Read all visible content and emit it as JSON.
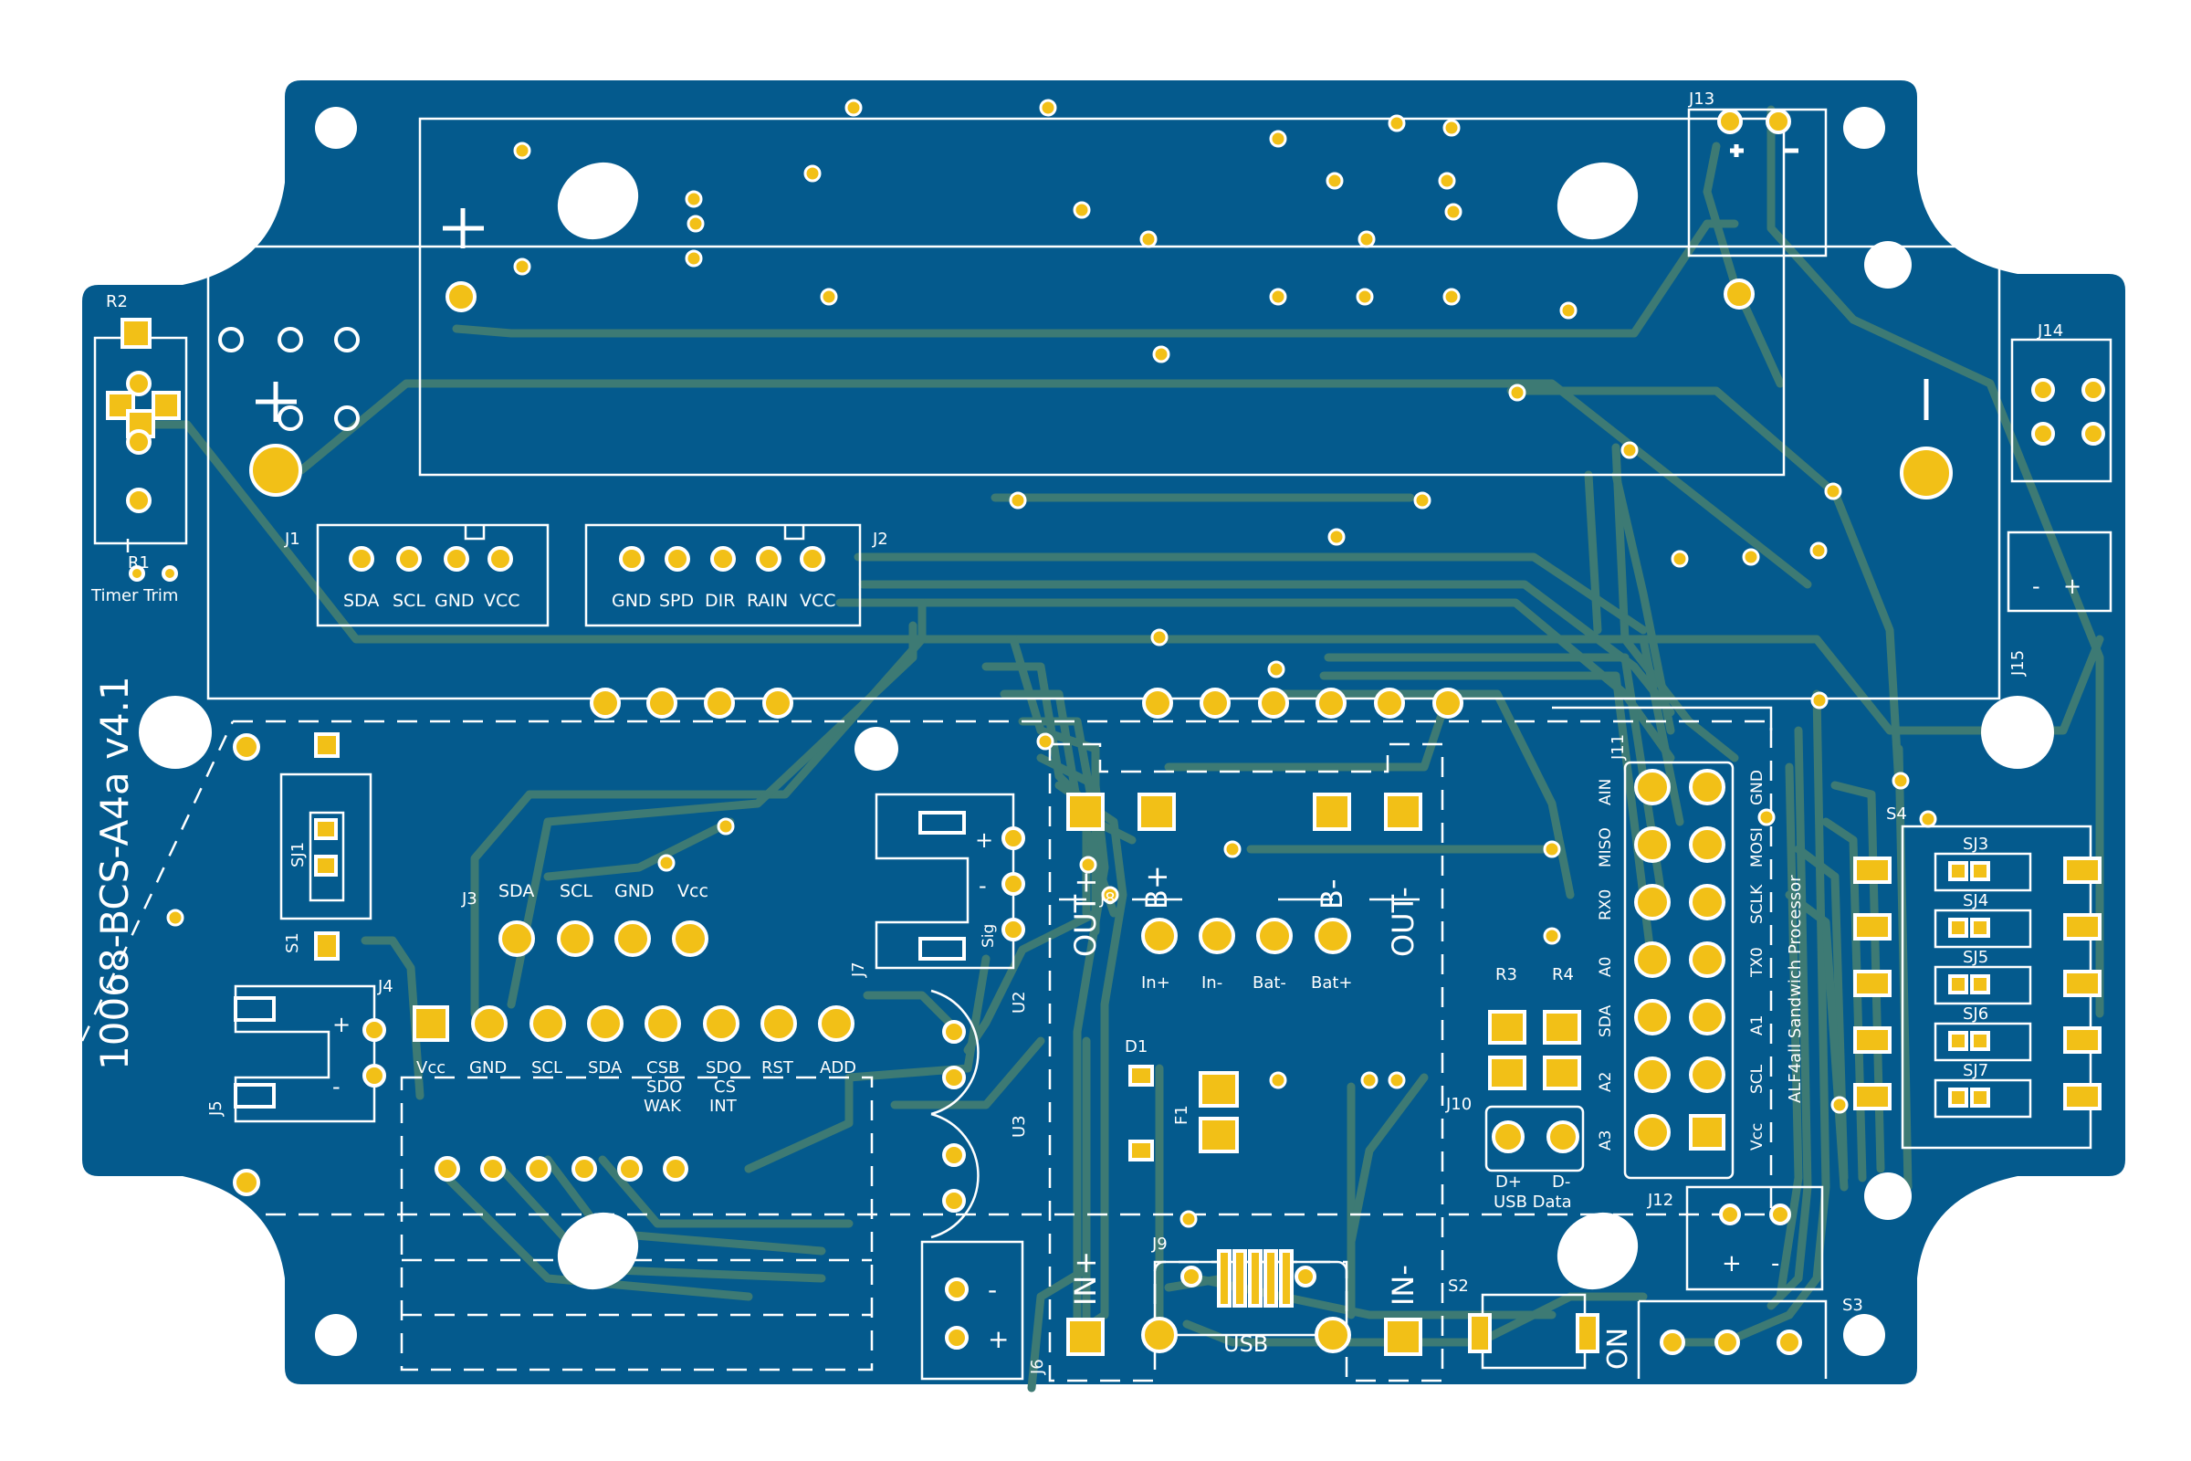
{
  "colors": {
    "board": "#045a8d",
    "trace": "#3d7a74",
    "copper": "#f2c017",
    "silk": "#ffffff",
    "hole": "#ffffff"
  },
  "board_title": "10068-BCS-A4a  v4.1",
  "designators": {
    "R2": "R2",
    "R1": "R1",
    "timer_trim": "Timer Trim",
    "J1": "J1",
    "J2": "J2",
    "J3": "J3",
    "J4": "J4",
    "J5": "J5",
    "J6": "J6",
    "J7": "J7",
    "J8": "J8",
    "J9": "J9",
    "J10": "J10",
    "J11": "J11",
    "J12": "J12",
    "J13": "J13",
    "J14": "J14",
    "J15": "J15",
    "S1": "S1",
    "S2": "S2",
    "S3": "S3",
    "S4": "S4",
    "SJ1": "SJ1",
    "SJ3": "SJ3",
    "SJ4": "SJ4",
    "SJ5": "SJ5",
    "SJ6": "SJ6",
    "SJ7": "SJ7",
    "R3": "R3",
    "R4": "R4",
    "U2": "U2",
    "U3": "U3",
    "D1": "D1",
    "F1": "F1"
  },
  "j1_labels": [
    "SDA",
    "SCL",
    "GND",
    "VCC"
  ],
  "j2_labels": [
    "GND",
    "SPD",
    "DIR",
    "RAIN",
    "VCC"
  ],
  "j3_labels": [
    "SDA",
    "SCL",
    "GND",
    "Vcc"
  ],
  "j4_labels": [
    "Vcc",
    "GND",
    "SCL",
    "SDA",
    "CSB",
    "SDO",
    "RST",
    "ADD"
  ],
  "j4_sub_labels": [
    "SDO",
    "CS",
    "WAK",
    "INT"
  ],
  "j8_labels": [
    "In+",
    "In-",
    "Bat-",
    "Bat+"
  ],
  "charger": {
    "out_pos": "OUT+",
    "b_pos": "B+",
    "b_neg": "B-",
    "out_neg": "OUT-",
    "in_pos": "IN+",
    "in_neg": "IN-",
    "usb": "USB"
  },
  "j11_left": [
    "AIN",
    "MISO",
    "RX0",
    "A0",
    "SDA",
    "A2",
    "A3"
  ],
  "j11_right": [
    "GND",
    "MOSI",
    "SCLK",
    "TX0",
    "A1",
    "SCL",
    "Vcc"
  ],
  "sandwich": "ALF4all Sandwich Processor",
  "j10_labels": [
    "D+",
    "D-"
  ],
  "usb_data": "USB Data",
  "on_label": "ON",
  "sig_label": "Sig",
  "plus": "+",
  "minus": "-"
}
